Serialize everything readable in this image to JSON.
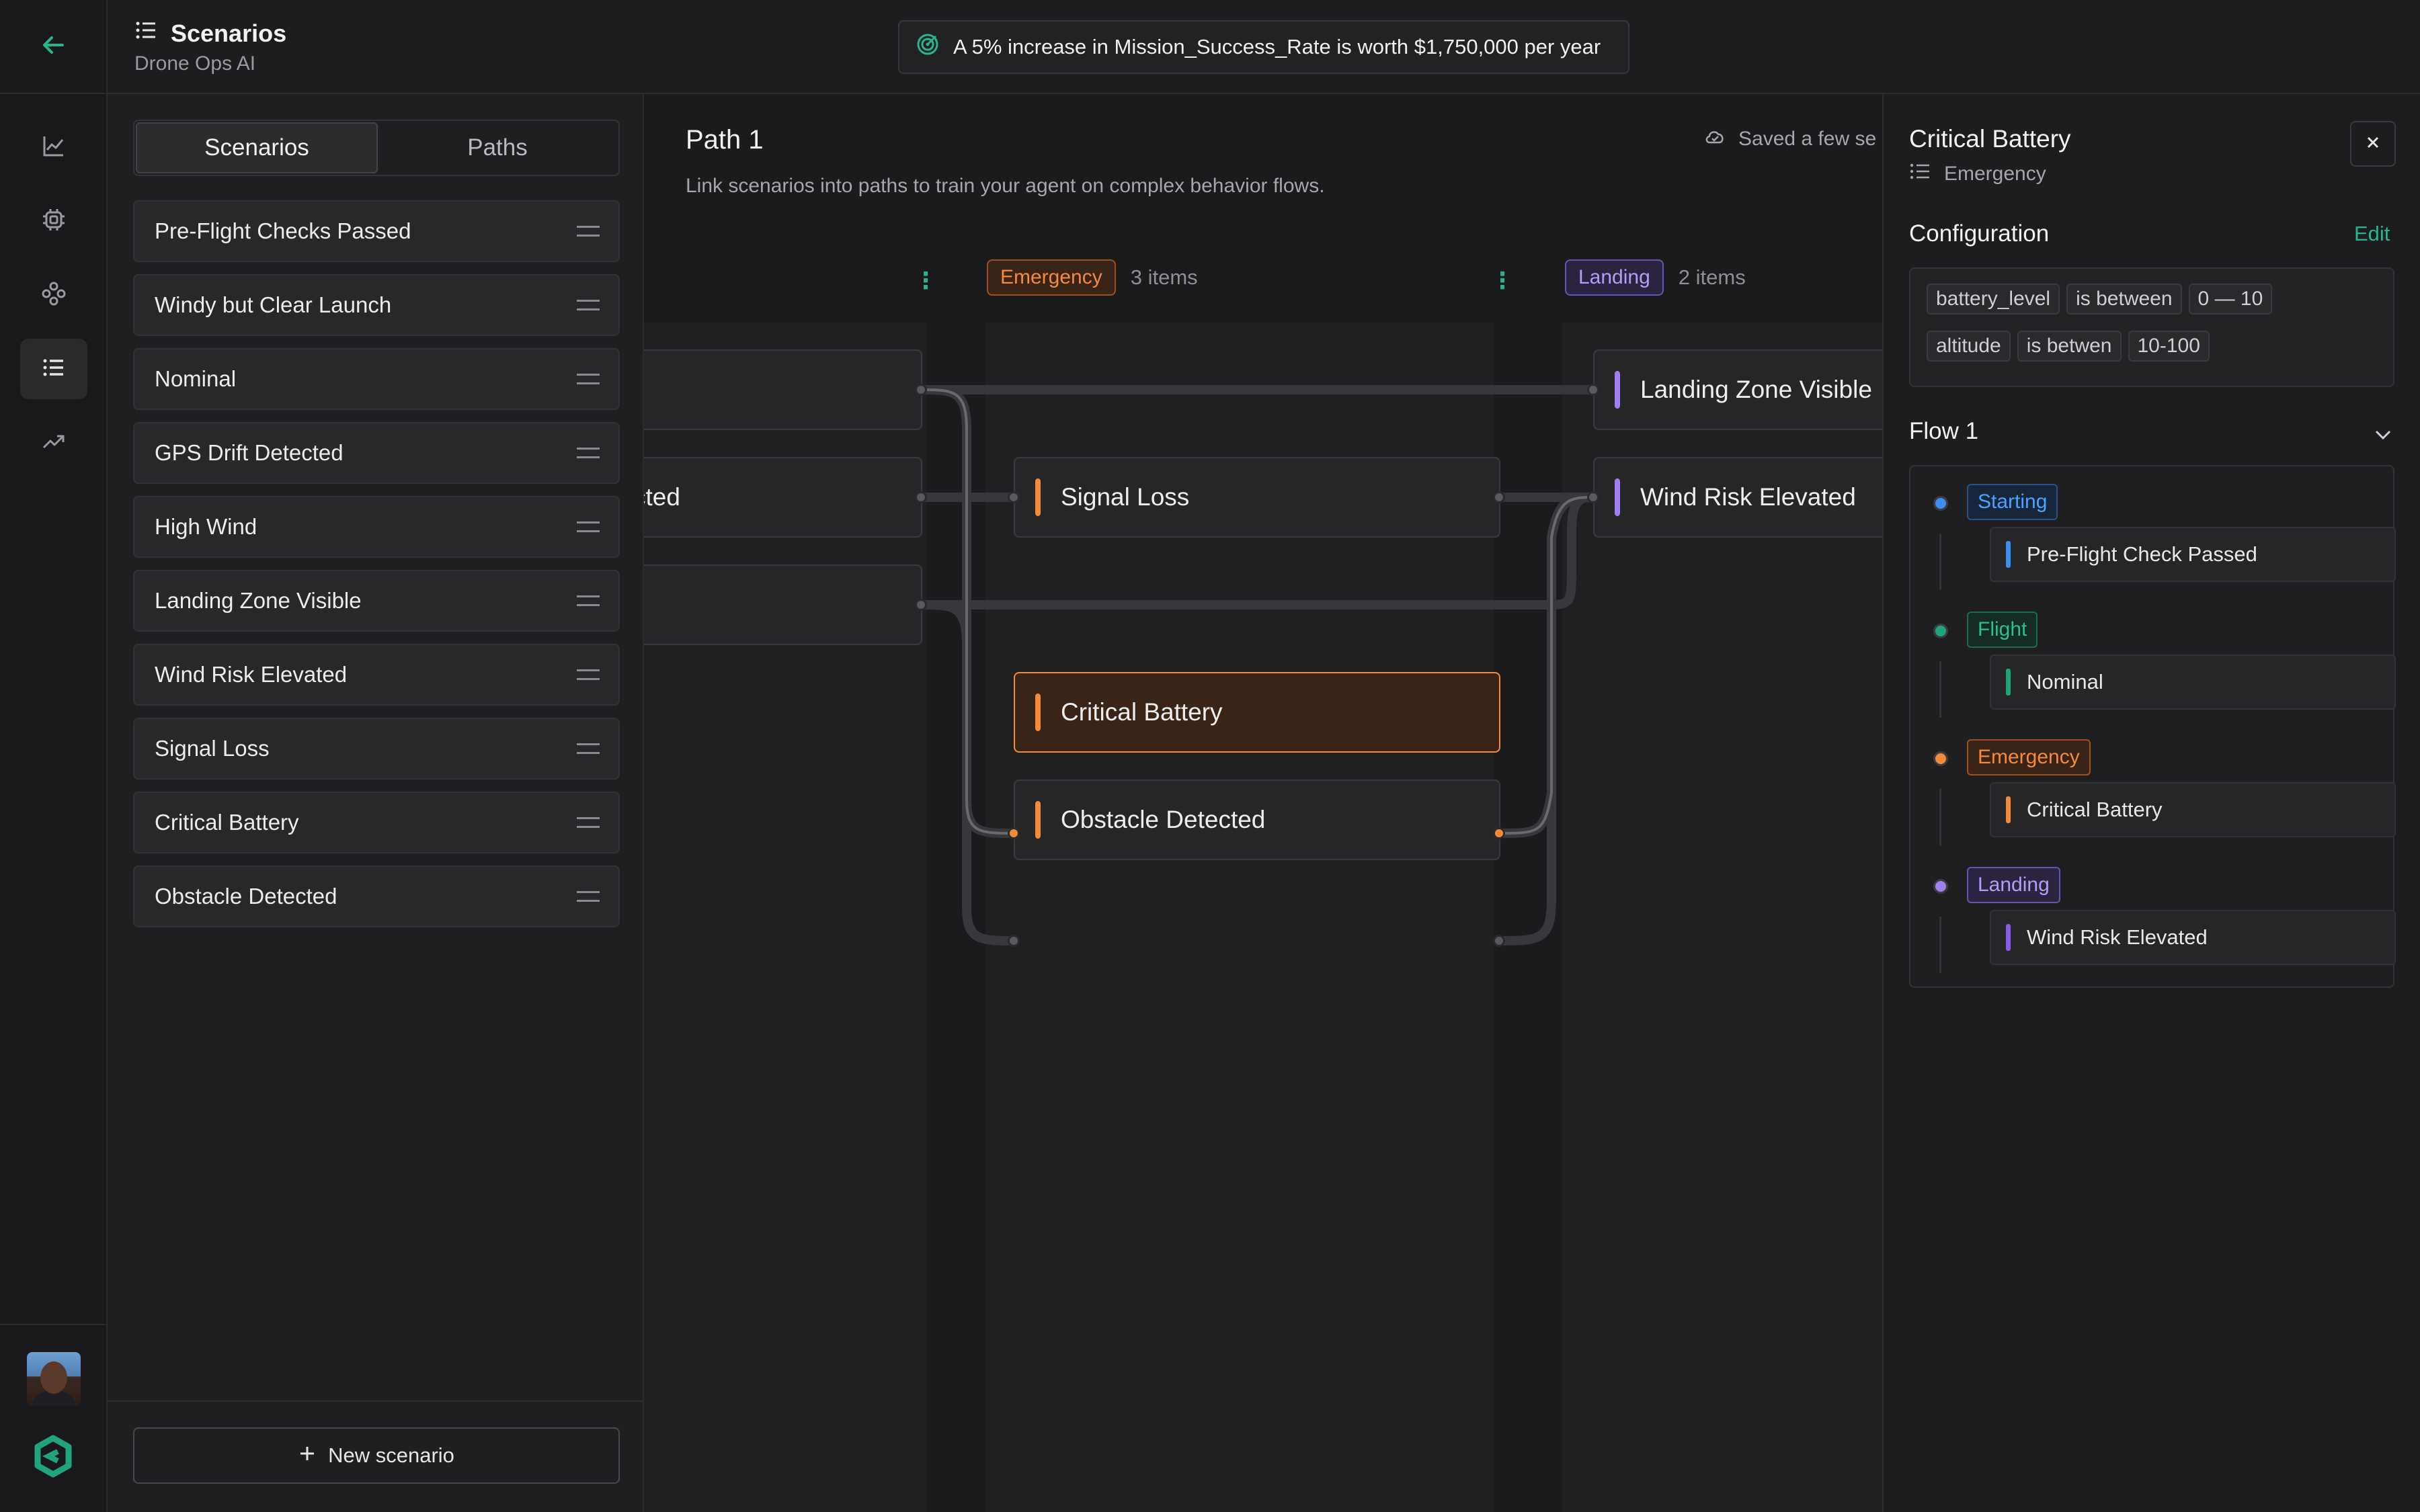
{
  "header": {
    "title": "Scenarios",
    "subtitle": "Drone Ops AI",
    "banner_text": "A 5% increase in Mission_Success_Rate is worth $1,750,000 per year"
  },
  "rail": {
    "items": [
      "back-arrow-icon",
      "line-chart-icon",
      "chip-icon",
      "nodes-icon",
      "list-icon",
      "trending-up-icon"
    ],
    "active": "list-icon"
  },
  "tabs": [
    {
      "label": "Scenarios",
      "active": true
    },
    {
      "label": "Paths",
      "active": false
    }
  ],
  "scenarios": [
    "Pre-Flight Checks Passed",
    "Windy but Clear Launch",
    "Nominal",
    "GPS Drift Detected",
    "High Wind",
    "Landing Zone Visible",
    "Wind Risk Elevated",
    "Signal Loss",
    "Critical Battery",
    "Obstacle Detected"
  ],
  "new_scenario_label": "New scenario",
  "canvas": {
    "title": "Path 1",
    "description": "Link scenarios into paths to train your agent on complex behavior flows.",
    "saved_text": "Saved a few se",
    "columns": {
      "left_partial": {
        "nodes": [
          "",
          "cted",
          ""
        ]
      },
      "emergency": {
        "label": "Emergency",
        "count": "3 items",
        "nodes": [
          "Signal Loss",
          "Critical Battery",
          "Obstacle Detected"
        ],
        "selected": "Critical Battery"
      },
      "landing": {
        "label": "Landing",
        "count": "2 items",
        "nodes": [
          "Landing Zone Visible",
          "Wind Risk Elevated"
        ]
      }
    }
  },
  "detail": {
    "title": "Critical Battery",
    "category": "Emergency",
    "config_heading": "Configuration",
    "edit_label": "Edit",
    "conditions": [
      {
        "field": "battery_level",
        "op": "is between",
        "value": "0 — 10"
      },
      {
        "field": "altitude",
        "op": "is betwen",
        "value": "10-100"
      }
    ],
    "flow_heading": "Flow 1",
    "flow": [
      {
        "stage": "Starting",
        "scenario": "Pre-Flight Check Passed"
      },
      {
        "stage": "Flight",
        "scenario": "Nominal"
      },
      {
        "stage": "Emergency",
        "scenario": "Critical Battery"
      },
      {
        "stage": "Landing",
        "scenario": "Wind Risk Elevated"
      }
    ]
  },
  "colors": {
    "accent_green": "#29b58a",
    "emergency_orange": "#f48a3c",
    "landing_purple": "#a07ff0",
    "starting_blue": "#3b8ff0",
    "flight_green": "#1fa57a"
  }
}
